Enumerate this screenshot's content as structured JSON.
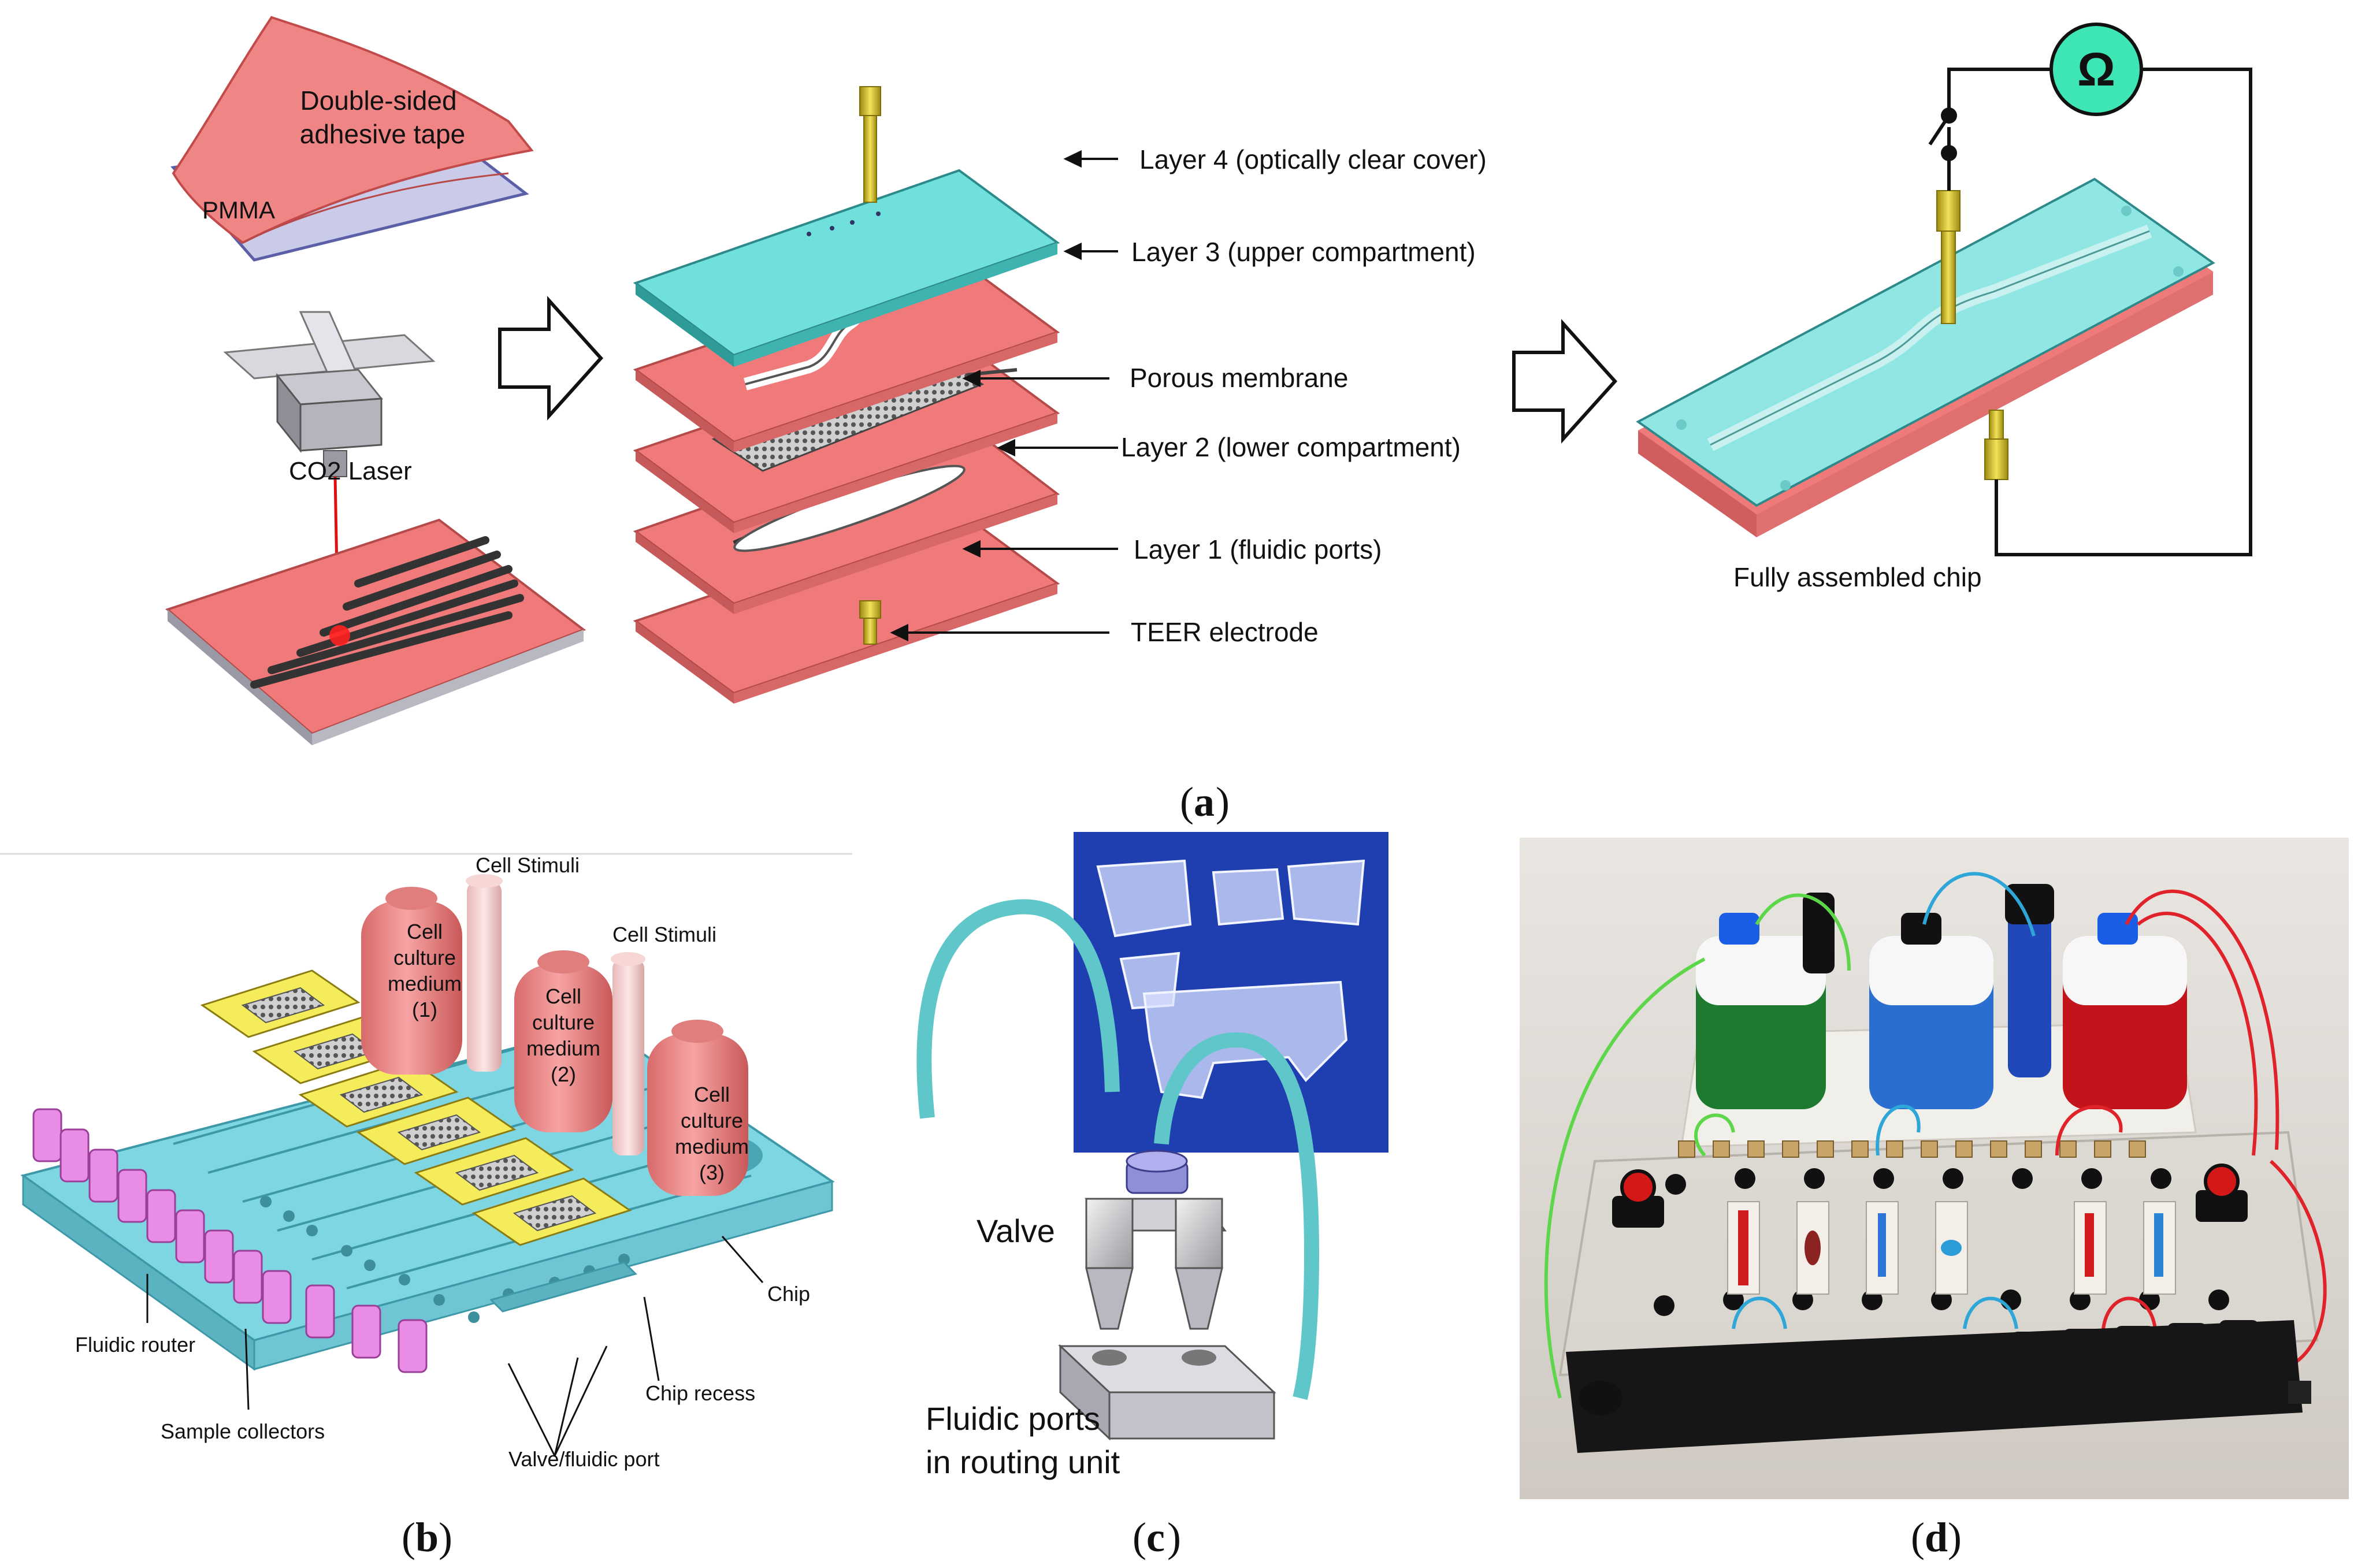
{
  "panel_a": {
    "tape_label_1": "Double-sided",
    "tape_label_2": "adhesive tape",
    "pmma_label": "PMMA",
    "laser_label": "CO2 Laser",
    "layer4_label": "Layer 4 (optically clear cover)",
    "layer3_label": "Layer 3 (upper compartment)",
    "membrane_label": "Porous membrane",
    "layer2_label": "Layer 2 (lower compartment)",
    "layer1_label": "Layer 1 (fluidic ports)",
    "electrode_label": "TEER electrode",
    "ohm_symbol": "Ω",
    "assembled_label": "Fully assembled chip",
    "caption_open": "(",
    "caption_letter": "a",
    "caption_close": ")"
  },
  "panel_b": {
    "cell_stimuli_1": "Cell Stimuli",
    "cell_stimuli_2": "Cell Stimuli",
    "medium_1": [
      "Cell",
      "culture",
      "medium",
      "(1)"
    ],
    "medium_2": [
      "Cell",
      "culture",
      "medium",
      "(2)"
    ],
    "medium_3": [
      "Cell",
      "culture",
      "medium",
      "(3)"
    ],
    "chip_label": "Chip",
    "chip_recess_label": "Chip recess",
    "fluidic_router_label": "Fluidic router",
    "sample_collectors_label": "Sample collectors",
    "valve_port_label": "Valve/fluidic port",
    "caption_open": "(",
    "caption_letter": "b",
    "caption_close": ")"
  },
  "panel_c": {
    "valve_label": "Valve",
    "ports_label_1": "Fluidic ports",
    "ports_label_2": "in routing unit",
    "caption_open": "(",
    "caption_letter": "c",
    "caption_close": ")"
  },
  "panel_d": {
    "caption_open": "(",
    "caption_letter": "d",
    "caption_close": ")"
  },
  "colors": {
    "pink_layer": "#f07a7a",
    "cyan_cover": "#6fe0dc",
    "gold_electrode": "#d8c21c",
    "ohm_circle": "#3fe6b5",
    "router_cyan": "#7fd6e3",
    "collector_magenta": "#e98ce6",
    "bottle_salmon": "#f08c8c",
    "photo_blue": "#1f3fb0"
  }
}
